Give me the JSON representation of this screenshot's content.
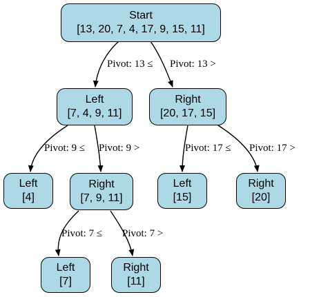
{
  "colors": {
    "node_fill": "#add8e6",
    "node_border": "#000000",
    "edge": "#000000"
  },
  "nodes": {
    "start": {
      "title": "Start",
      "values": "[13, 20, 7, 4, 17, 9, 15, 11]"
    },
    "l": {
      "title": "Left",
      "values": "[7, 4, 9, 11]"
    },
    "r": {
      "title": "Right",
      "values": "[20, 17, 15]"
    },
    "ll": {
      "title": "Left",
      "values": "[4]"
    },
    "lr": {
      "title": "Right",
      "values": "[7, 9, 11]"
    },
    "rl": {
      "title": "Left",
      "values": "[15]"
    },
    "rr": {
      "title": "Right",
      "values": "[20]"
    },
    "lrl": {
      "title": "Left",
      "values": "[7]"
    },
    "lrr": {
      "title": "Right",
      "values": "[11]"
    }
  },
  "edges": {
    "start_l": "Pivot: 13 ≤",
    "start_r": "Pivot: 13 >",
    "l_ll": "Pivot: 9 ≤",
    "l_lr": "Pivot: 9 >",
    "r_rl": "Pivot: 17 ≤",
    "r_rr": "Pivot: 17 >",
    "lr_lrl": "Pivot: 7 ≤",
    "lr_lrr": "Pivot: 7 >"
  }
}
